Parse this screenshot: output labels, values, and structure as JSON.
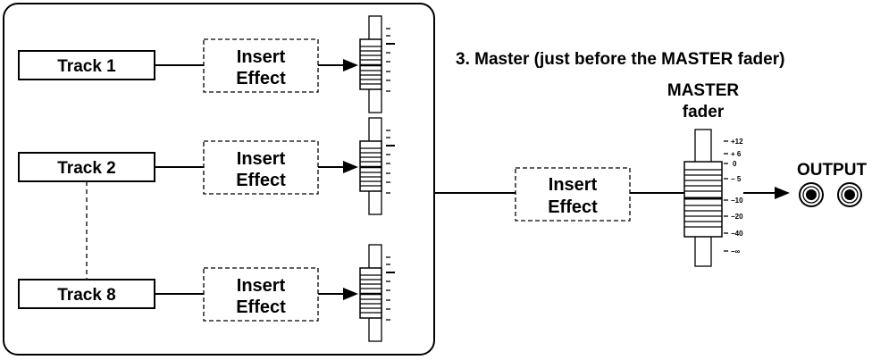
{
  "tracks": [
    {
      "label": "Track 1",
      "effect_line1": "Insert",
      "effect_line2": "Effect"
    },
    {
      "label": "Track 2",
      "effect_line1": "Insert",
      "effect_line2": "Effect"
    },
    {
      "label": "Track 8",
      "effect_line1": "Insert",
      "effect_line2": "Effect"
    }
  ],
  "master": {
    "heading": "3. Master (just before the MASTER fader)",
    "effect_line1": "Insert",
    "effect_line2": "Effect",
    "fader_label_line1": "MASTER",
    "fader_label_line2": "fader",
    "scale": [
      "+12",
      "+ 6",
      "0",
      "− 5",
      "−10",
      "−20",
      "−40",
      "−∞"
    ]
  },
  "output": {
    "label": "OUTPUT"
  }
}
